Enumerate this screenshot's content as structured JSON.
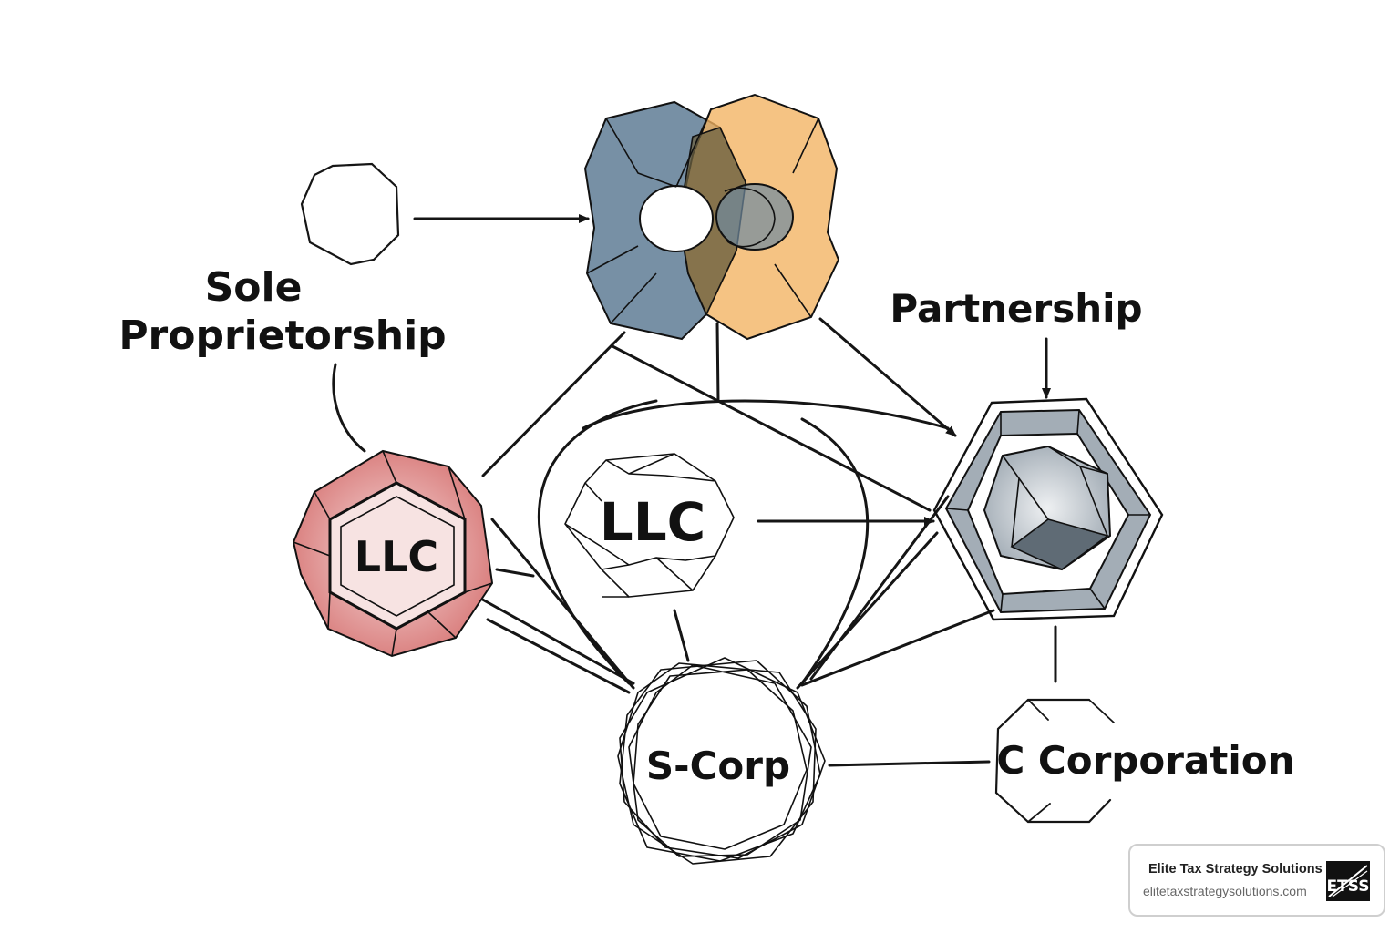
{
  "diagram": {
    "nodes": {
      "sole_proprietorship": {
        "line1": "Sole",
        "line2": "Proprietorship"
      },
      "partnership": {
        "label": "Partnership"
      },
      "llc_left": {
        "label": "LLC"
      },
      "llc_center": {
        "label": "LLC"
      },
      "s_corp": {
        "label": "S-Corp"
      },
      "c_corporation": {
        "label": "C Corporation"
      }
    }
  },
  "colors": {
    "blue_gray": "#5f7d95",
    "orange": "#f2b260",
    "red": "#d87a79",
    "steel": "#7a8590",
    "ink": "#111111"
  },
  "brand": {
    "name": "Elite Tax Strategy Solutions",
    "url": "elitetaxstrategysolutions.com",
    "logo_text": "ETSS"
  }
}
